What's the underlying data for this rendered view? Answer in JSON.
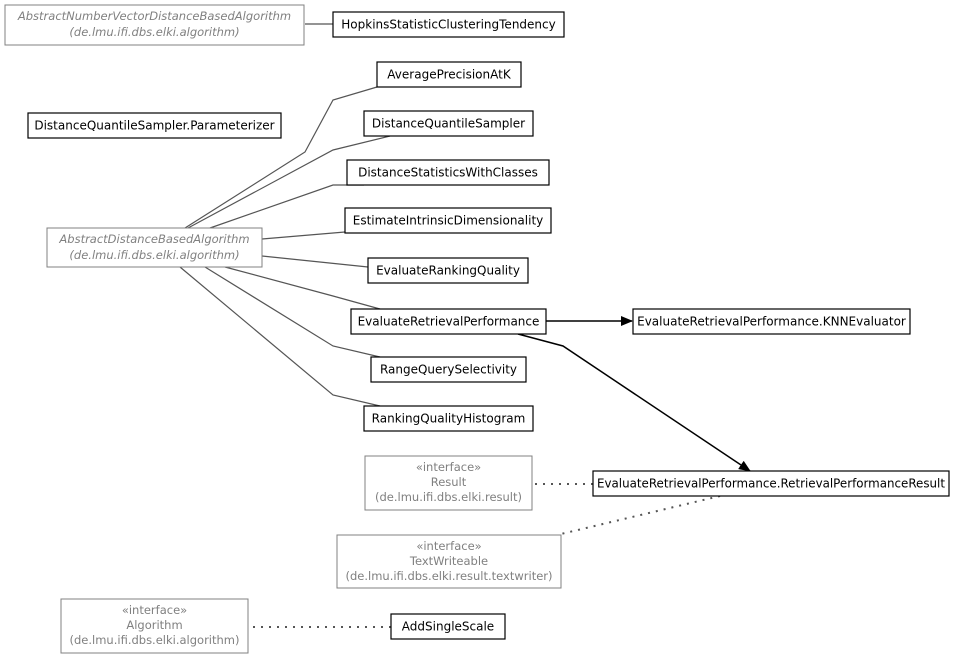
{
  "classes": {
    "hopkins": {
      "name": "HopkinsStatisticClusteringTendency"
    },
    "average_precision": {
      "name": "AveragePrecisionAtK"
    },
    "dqs_parameterizer": {
      "name": "DistanceQuantileSampler.Parameterizer"
    },
    "dqs": {
      "name": "DistanceQuantileSampler"
    },
    "dswc": {
      "name": "DistanceStatisticsWithClasses"
    },
    "eid": {
      "name": "EstimateIntrinsicDimensionality"
    },
    "erq": {
      "name": "EvaluateRankingQuality"
    },
    "erp": {
      "name": "EvaluateRetrievalPerformance"
    },
    "rqs": {
      "name": "RangeQuerySelectivity"
    },
    "rqh": {
      "name": "RankingQualityHistogram"
    },
    "erp_knn": {
      "name": "EvaluateRetrievalPerformance.KNNEvaluator"
    },
    "erp_result": {
      "name": "EvaluateRetrievalPerformance.RetrievalPerformanceResult"
    },
    "add_single_scale": {
      "name": "AddSingleScale"
    }
  },
  "external": {
    "abstract_nv": {
      "name": "AbstractNumberVectorDistanceBasedAlgorithm",
      "package": "(de.lmu.ifi.dbs.elki.algorithm)"
    },
    "abstract_db": {
      "name": "AbstractDistanceBasedAlgorithm",
      "package": "(de.lmu.ifi.dbs.elki.algorithm)"
    },
    "result": {
      "stereotype": "«interface»",
      "name": "Result",
      "package": "(de.lmu.ifi.dbs.elki.result)"
    },
    "textwriteable": {
      "stereotype": "«interface»",
      "name": "TextWriteable",
      "package": "(de.lmu.ifi.dbs.elki.result.textwriter)"
    },
    "algorithm": {
      "stereotype": "«interface»",
      "name": "Algorithm",
      "package": "(de.lmu.ifi.dbs.elki.algorithm)"
    }
  },
  "colors": {
    "class_border": "#000000",
    "external_border": "#808080",
    "external_text": "#808080",
    "inheritance_edge": "#555555",
    "association_edge": "#000000"
  }
}
